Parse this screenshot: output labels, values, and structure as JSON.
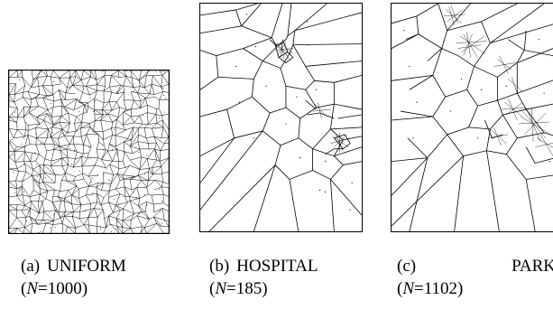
{
  "panels": [
    {
      "id": "a",
      "label": "(a)",
      "name": "UNIFORM",
      "n_prefix": "(",
      "n_symbol": "N",
      "n_equals": "=",
      "n_value": "1000",
      "n_suffix": ")"
    },
    {
      "id": "b",
      "label": "(b)",
      "name": "HOSPITAL",
      "n_prefix": "(",
      "n_symbol": "N",
      "n_equals": "=",
      "n_value": "185",
      "n_suffix": ")"
    },
    {
      "id": "c",
      "label": "(c)",
      "name": "PARK",
      "n_prefix": "(",
      "n_symbol": "N",
      "n_equals": "=",
      "n_value": "1102",
      "n_suffix": ")"
    }
  ],
  "colors": {
    "line": "#000000",
    "background": "#ffffff"
  }
}
